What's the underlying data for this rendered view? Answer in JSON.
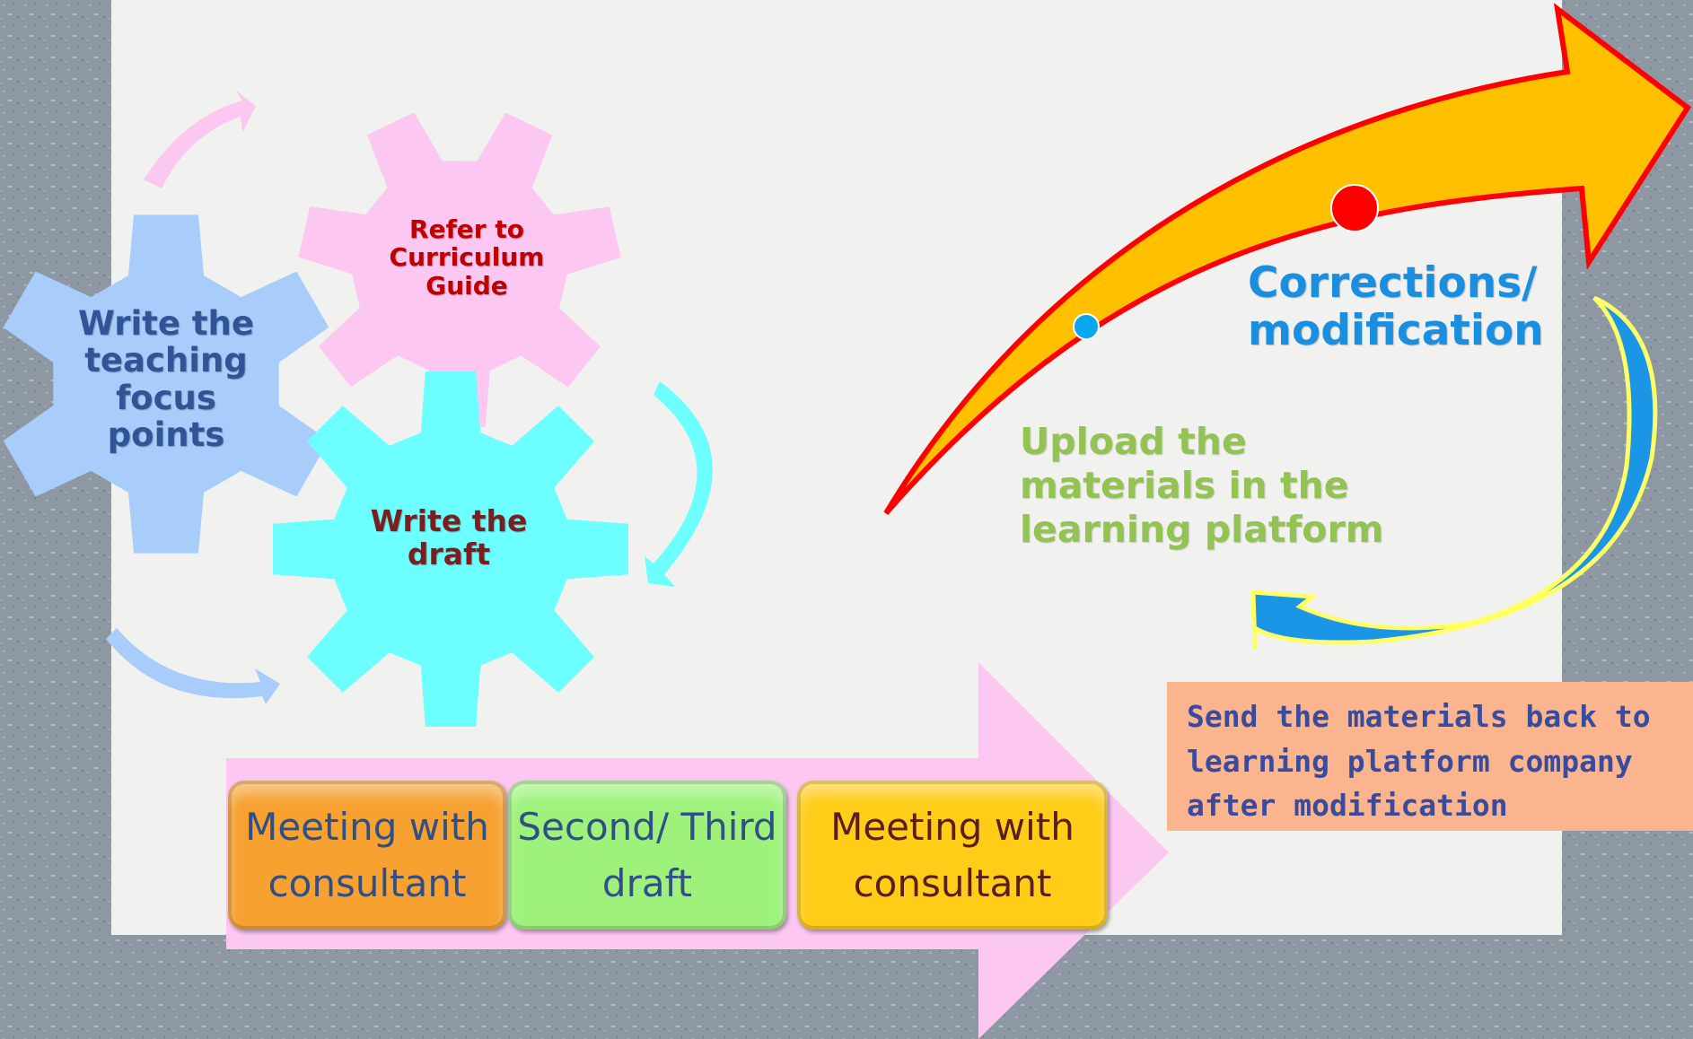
{
  "gears": [
    {
      "label": "Write the teaching focus points",
      "color": "#a9cdfb"
    },
    {
      "label": "Refer to Curriculum Guide",
      "color": "#fcc8f2"
    },
    {
      "label": "Write the draft",
      "color": "#6dffff"
    }
  ],
  "cycle_arrow_colors": [
    "#fcc8f2",
    "#6dffff",
    "#a9cdfb"
  ],
  "process_steps": [
    {
      "label": "Meeting with consultant",
      "color": "#f6a130"
    },
    {
      "label": "Second/ Third draft",
      "color": "#9ef27c"
    },
    {
      "label": "Meeting with consultant",
      "color": "#ffcc17"
    }
  ],
  "process_arrow_color": "#fcc8f2",
  "curved_arrow": {
    "fill_color": "#ffc000",
    "outline_color": "#ff0000",
    "markers": [
      {
        "color": "#0aa6ef"
      },
      {
        "color": "#ff0000"
      }
    ]
  },
  "labels": {
    "corrections": "Corrections/ modification",
    "upload": "Upload the materials in the learning platform",
    "send_back": "Send the materials back to learning platform company after modification"
  },
  "return_arrow": {
    "fill_color": "#1b96e6",
    "outline_color": "#ffff66"
  },
  "colors": {
    "background": "#8e98a3",
    "panel": "#f1f1ef",
    "send_box": "#fab58e"
  }
}
